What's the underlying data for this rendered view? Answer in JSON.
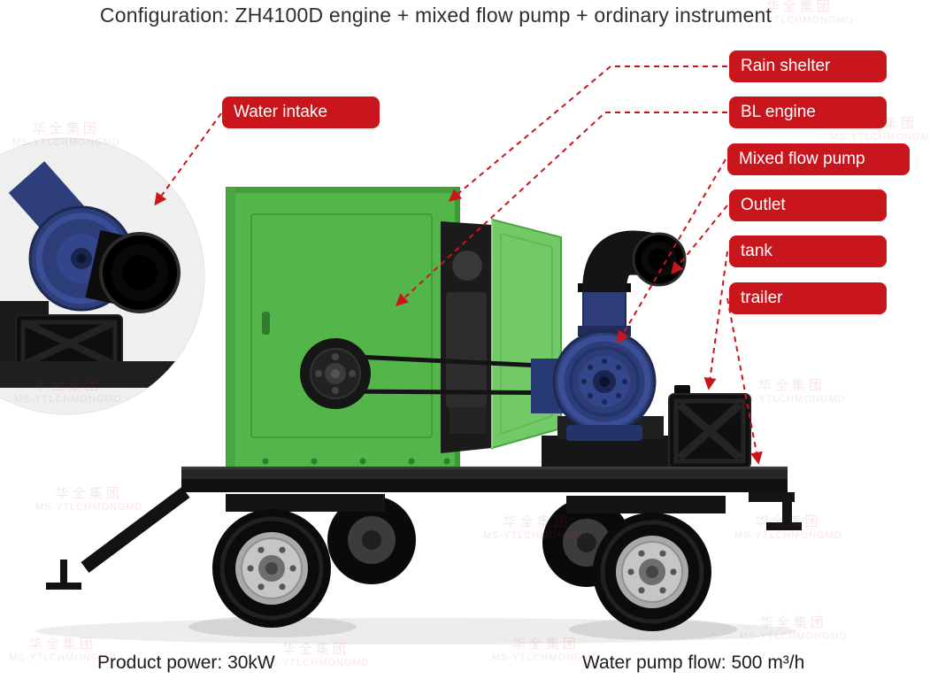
{
  "title": "Configuration: ZH4100D engine + mixed flow pump + ordinary instrument",
  "labels": {
    "water_intake": "Water intake",
    "callouts": [
      "Rain shelter",
      "BL engine",
      "Mixed flow pump",
      "Outlet",
      "tank",
      "trailer"
    ]
  },
  "stats": {
    "power": "Product power: 30kW",
    "flow": "Water pump flow: 500 m³/h"
  },
  "watermark": {
    "line1": "华全集团",
    "line2": "MS-YTLCHMONGMD"
  },
  "colors": {
    "badge_red": "#c9161d",
    "connector_red": "#c9161d",
    "machine_green": "#54b54a",
    "door_green": "#72ca66",
    "pump_blue": "#2c3d78",
    "trailer_black": "#161616"
  }
}
